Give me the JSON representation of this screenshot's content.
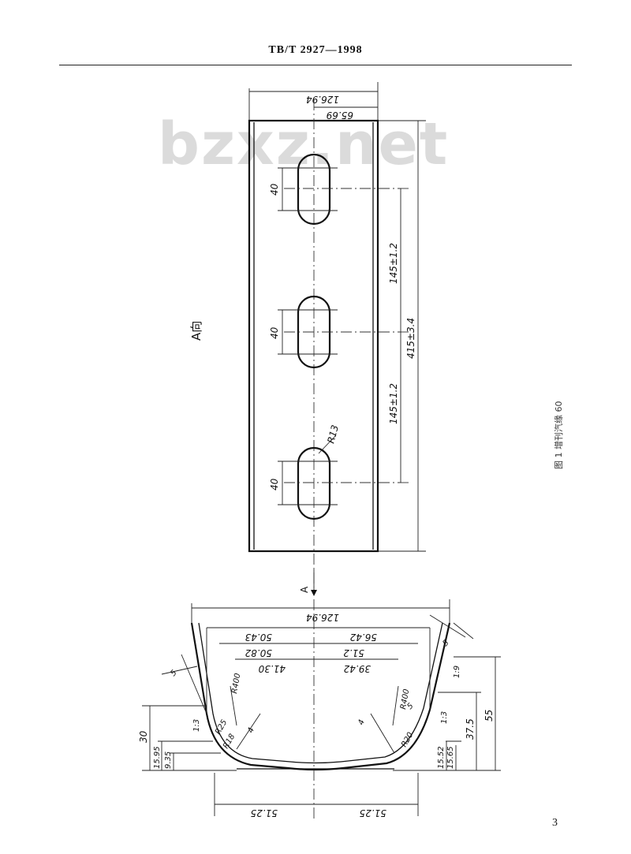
{
  "header": {
    "standard_code": "TB/T 2927—1998"
  },
  "watermark": {
    "text": "bzxz.net"
  },
  "figure": {
    "view_label": "A向",
    "caption": "图 1  增刊汽缘 60",
    "section_marker": "A",
    "top_view": {
      "overall_width": "126.94",
      "half_width": "65.69",
      "slot_length_1": "40",
      "slot_length_2": "40",
      "slot_length_3": "40",
      "pitch_1": "145±1.2",
      "pitch_2": "145±1.2",
      "total_length": "415±3.4",
      "slot_radius": "R13"
    },
    "section_view": {
      "overall_width": "126.94",
      "dim_left_50": "50.43",
      "dim_right_56": "56.42",
      "dim_left_50b": "50.82",
      "dim_right_51": "51.2",
      "dim_left_41": "41.30",
      "dim_right_39": "39.42",
      "bottom_left": "51.25",
      "bottom_right": "51.25",
      "height_total": "55",
      "height_mid": "37.5",
      "height_left": "30",
      "left_15": "15.95",
      "left_9": "9.35",
      "right_15a": "15.52",
      "right_15b": "15.65",
      "radius_400_left": "R400",
      "radius_400_right": "R400",
      "radius_25": "R25",
      "radius_18": "R18",
      "radius_r20": "R20",
      "taper_left": "1:3",
      "taper_right": "1:3",
      "taper_right_top": "1:9",
      "thickness_left": "4",
      "thickness_right": "4",
      "angle_left": "5",
      "angle_right": "5",
      "angle_top": "5"
    }
  },
  "footer": {
    "page_number": "3"
  }
}
